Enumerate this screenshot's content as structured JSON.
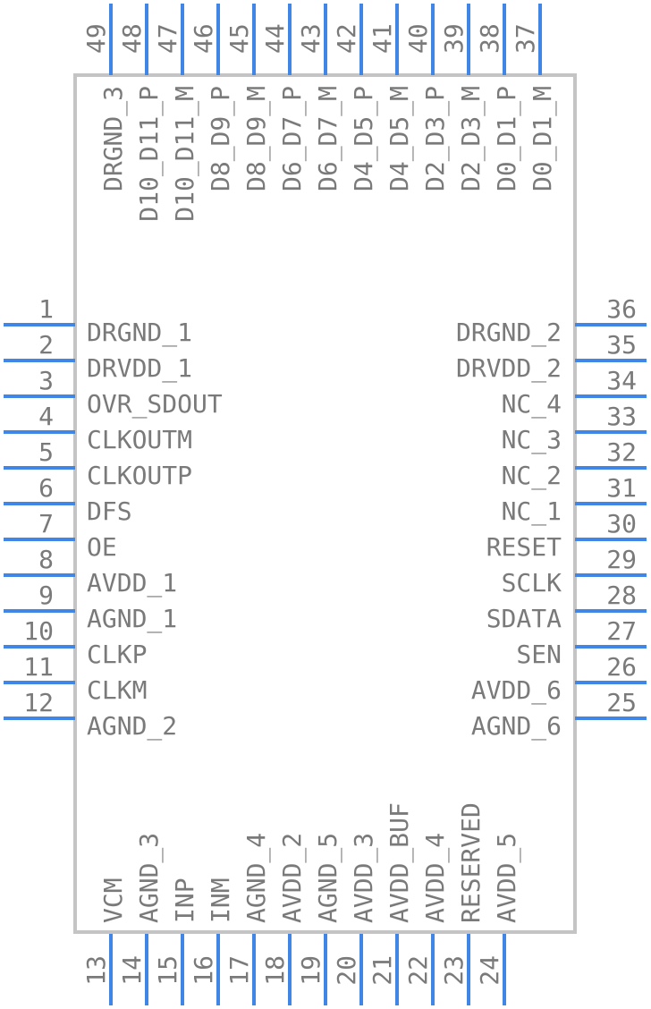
{
  "colors": {
    "pin": "#3f86e6",
    "body_stroke": "#c4c4c4",
    "text": "#7a7a7a",
    "background": "#ffffff"
  },
  "pins": {
    "left": [
      {
        "number": "1",
        "name": "DRGND_1"
      },
      {
        "number": "2",
        "name": "DRVDD_1"
      },
      {
        "number": "3",
        "name": "OVR_SDOUT"
      },
      {
        "number": "4",
        "name": "CLKOUTM"
      },
      {
        "number": "5",
        "name": "CLKOUTP"
      },
      {
        "number": "6",
        "name": "DFS"
      },
      {
        "number": "7",
        "name": "OE"
      },
      {
        "number": "8",
        "name": "AVDD_1"
      },
      {
        "number": "9",
        "name": "AGND_1"
      },
      {
        "number": "10",
        "name": "CLKP"
      },
      {
        "number": "11",
        "name": "CLKM"
      },
      {
        "number": "12",
        "name": "AGND_2"
      }
    ],
    "bottom": [
      {
        "number": "13",
        "name": "VCM"
      },
      {
        "number": "14",
        "name": "AGND_3"
      },
      {
        "number": "15",
        "name": "INP"
      },
      {
        "number": "16",
        "name": "INM"
      },
      {
        "number": "17",
        "name": "AGND_4"
      },
      {
        "number": "18",
        "name": "AVDD_2"
      },
      {
        "number": "19",
        "name": "AGND_5"
      },
      {
        "number": "20",
        "name": "AVDD_3"
      },
      {
        "number": "21",
        "name": "AVDD_BUF"
      },
      {
        "number": "22",
        "name": "AVDD_4"
      },
      {
        "number": "23",
        "name": "RESERVED"
      },
      {
        "number": "24",
        "name": "AVDD_5"
      }
    ],
    "right": [
      {
        "number": "25",
        "name": "AGND_6"
      },
      {
        "number": "26",
        "name": "AVDD_6"
      },
      {
        "number": "27",
        "name": "SEN"
      },
      {
        "number": "28",
        "name": "SDATA"
      },
      {
        "number": "29",
        "name": "SCLK"
      },
      {
        "number": "30",
        "name": "RESET"
      },
      {
        "number": "31",
        "name": "NC_1"
      },
      {
        "number": "32",
        "name": "NC_2"
      },
      {
        "number": "33",
        "name": "NC_3"
      },
      {
        "number": "34",
        "name": "NC_4"
      },
      {
        "number": "35",
        "name": "DRVDD_2"
      },
      {
        "number": "36",
        "name": "DRGND_2"
      }
    ],
    "top": [
      {
        "number": "37",
        "name": "D0_D1_M"
      },
      {
        "number": "38",
        "name": "D0_D1_P"
      },
      {
        "number": "39",
        "name": "D2_D3_M"
      },
      {
        "number": "40",
        "name": "D2_D3_P"
      },
      {
        "number": "41",
        "name": "D4_D5_M"
      },
      {
        "number": "42",
        "name": "D4_D5_P"
      },
      {
        "number": "43",
        "name": "D6_D7_M"
      },
      {
        "number": "44",
        "name": "D6_D7_P"
      },
      {
        "number": "45",
        "name": "D8_D9_M"
      },
      {
        "number": "46",
        "name": "D8_D9_P"
      },
      {
        "number": "47",
        "name": "D10_D11_M"
      },
      {
        "number": "48",
        "name": "D10_D11_P"
      },
      {
        "number": "49",
        "name": "DRGND_3"
      }
    ]
  }
}
